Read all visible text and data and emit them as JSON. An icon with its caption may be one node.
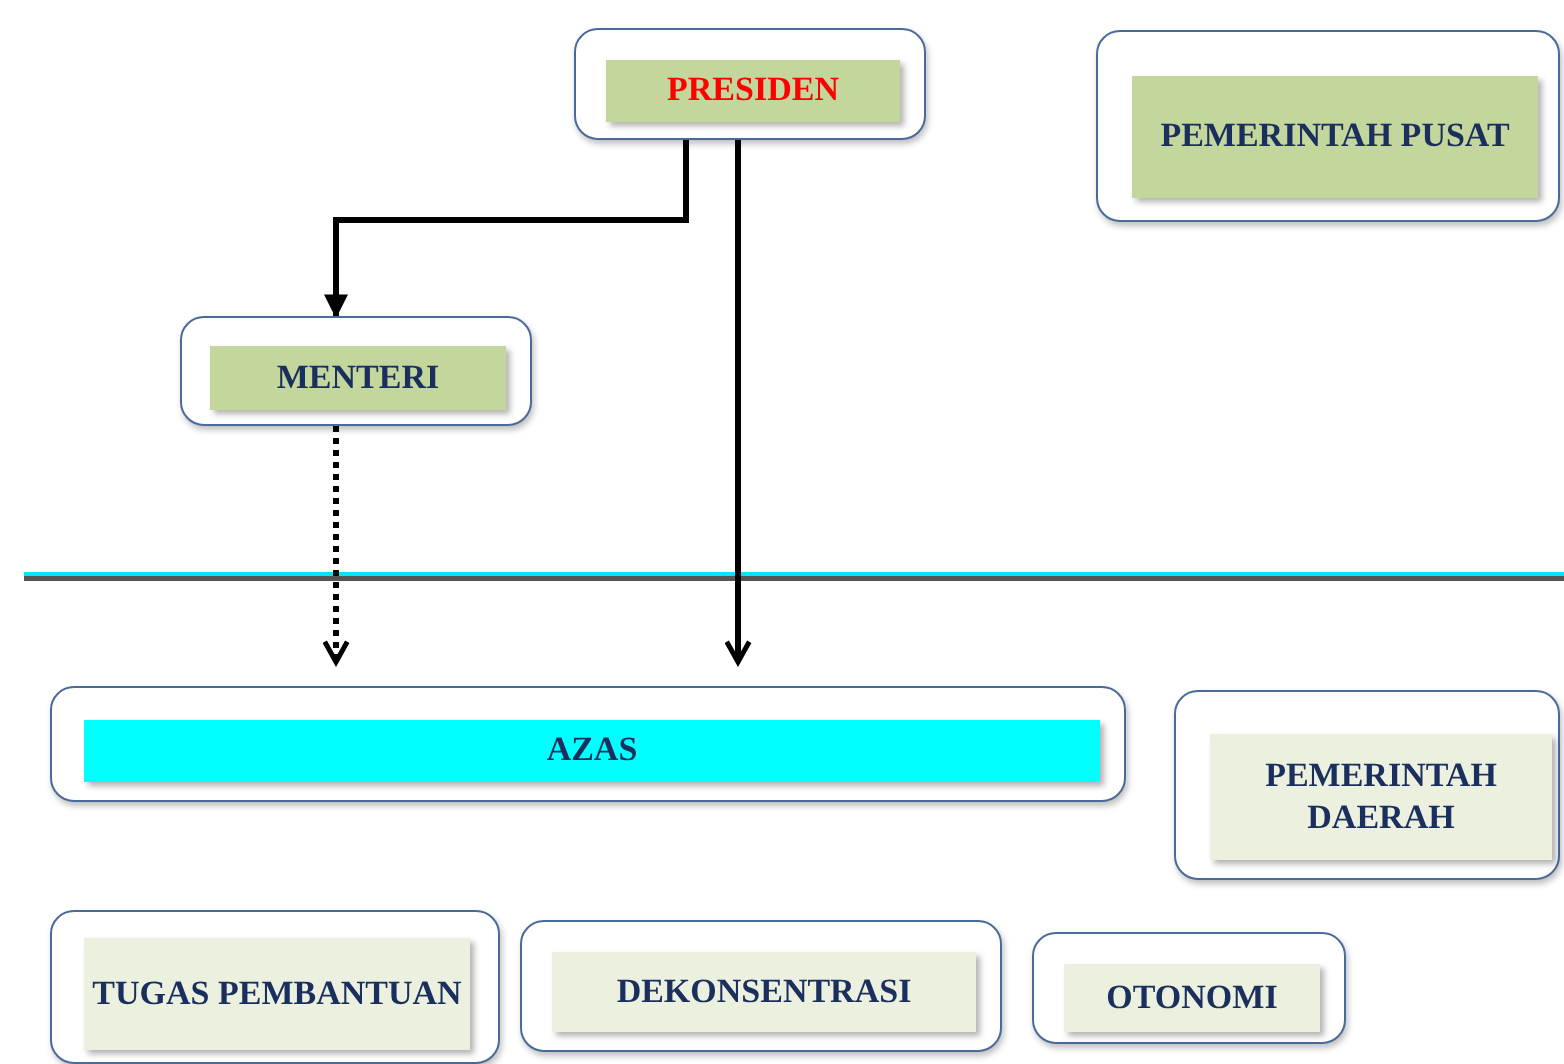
{
  "diagram": {
    "nodes": [
      {
        "text": [
          "PRESIDEN"
        ]
      },
      {
        "text": [
          "PEMERINTAH PUSAT"
        ]
      },
      {
        "text": [
          "MENTERI"
        ]
      },
      {
        "text": [
          "AZAS"
        ]
      },
      {
        "text": [
          "PEMERINTAH DAERAH"
        ]
      },
      {
        "text": [
          "TUGAS PEMBANTUAN"
        ]
      },
      {
        "text": [
          "DEKONSENTRASI"
        ]
      },
      {
        "text": [
          "OTONOMI"
        ]
      }
    ],
    "edges": [
      {
        "from": 0,
        "to": 2,
        "arrow": "to"
      },
      {
        "from": 0,
        "to": 3,
        "arrow": "to"
      },
      {
        "from": 2,
        "to": 3,
        "arrow": "to",
        "style": "dashed"
      }
    ]
  }
}
